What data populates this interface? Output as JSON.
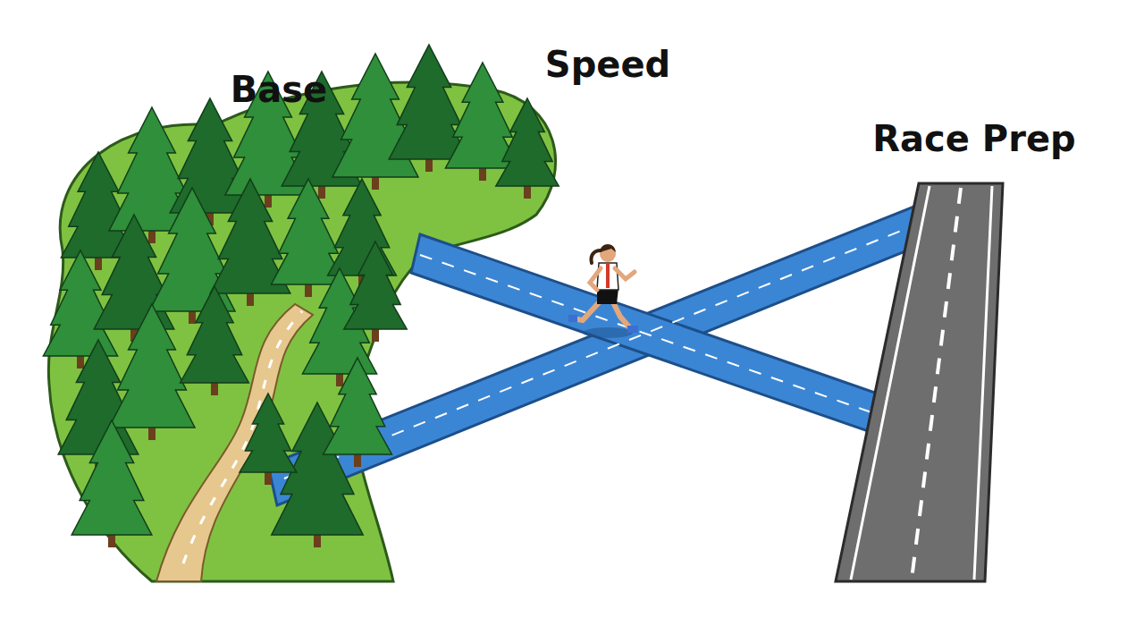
{
  "diagram": {
    "labels": [
      "Base",
      "Speed",
      "Race Prep"
    ]
  }
}
